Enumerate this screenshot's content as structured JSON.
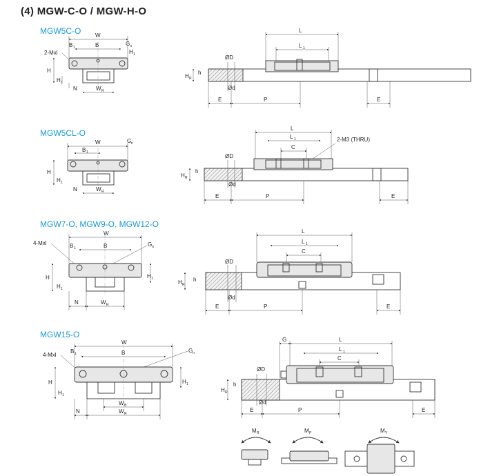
{
  "title": "(4) MGW-C-O / MGW-H-O",
  "sections": [
    {
      "model": "MGW5C-O"
    },
    {
      "model": "MGW5CL-O"
    },
    {
      "model": "MGW7-O, MGW9-O, MGW12-O"
    },
    {
      "model": "MGW15-O"
    }
  ],
  "labels": {
    "W": "W",
    "B": "B",
    "B1": "B",
    "G": "G",
    "Gn": "G",
    "n": "n",
    "one": "1",
    "H": "H",
    "H1": "H",
    "H2": "H",
    "HR": "H",
    "R": "R",
    "h": "h",
    "N": "N",
    "WR": "W",
    "WB": "W",
    "mxl2": "2-Mxl",
    "mxl4": "4-Mxl",
    "L": "L",
    "L1": "L",
    "C": "C",
    "E": "E",
    "P": "P",
    "D": "ØD",
    "d": "Ød",
    "thru": "2-M3 (THRU)",
    "MR": "M",
    "MP": "M",
    "MY": "M",
    "r": "R",
    "p": "P",
    "y": "Y"
  }
}
